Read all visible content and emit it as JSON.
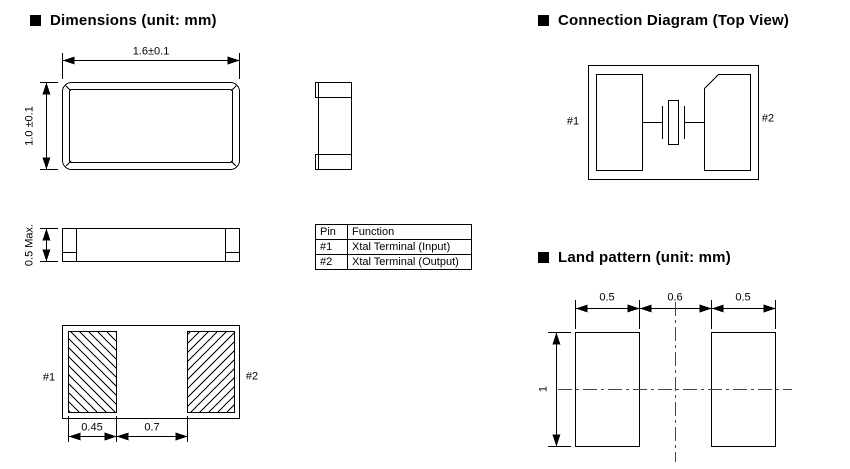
{
  "sections": {
    "dimensions_title": "Dimensions (unit: mm)",
    "connection_title": "Connection Diagram (Top View)",
    "land_title": "Land pattern (unit: mm)"
  },
  "dim_labels": {
    "top_width": "1.6±0.1",
    "top_height": "1.0 ±0.1",
    "side_height": "0.5 Max.",
    "pad_width": "0.45",
    "pad_gap": "0.7",
    "bottom_pin1": "#1",
    "bottom_pin2": "#2"
  },
  "pin_table": {
    "headers": [
      "Pin",
      "Function"
    ],
    "rows": [
      [
        "#1",
        "Xtal Terminal (Input)"
      ],
      [
        "#2",
        "Xtal Terminal (Output)"
      ]
    ]
  },
  "connection": {
    "pin1": "#1",
    "pin2": "#2"
  },
  "land_pattern": {
    "left_pad_width": "0.5",
    "gap": "0.6",
    "right_pad_width": "0.5",
    "height": "1"
  },
  "colors": {
    "line": "#000000",
    "centerline": "#e60000",
    "background": "#ffffff"
  }
}
